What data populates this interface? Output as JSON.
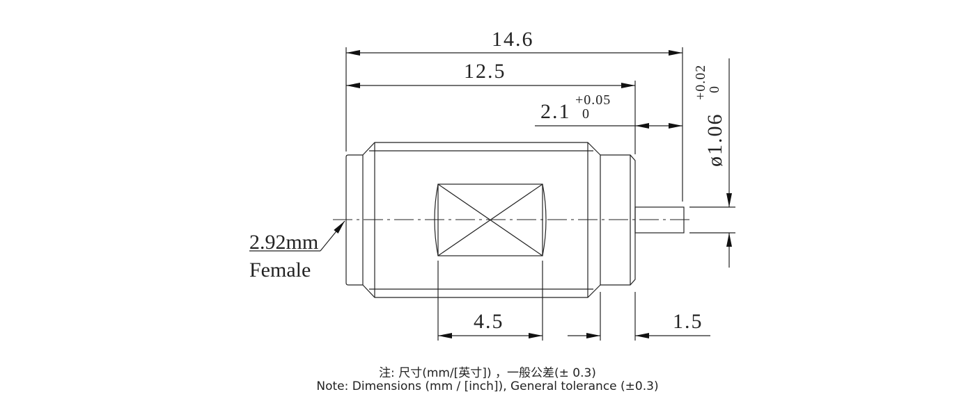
{
  "dimensions": {
    "overall_length": "14.6",
    "body_length": "12.5",
    "pin_length": "2.1",
    "pin_length_tol_upper": "+0.05",
    "pin_length_tol_lower": "0",
    "pin_diameter": "ø1.06",
    "pin_diameter_tol_upper": "+0.02",
    "pin_diameter_tol_lower": "0",
    "window_width": "4.5",
    "flange_length": "1.5"
  },
  "callout": {
    "line1": "2.92mm",
    "line2": "Female"
  },
  "notes": {
    "chinese": "注: 尺寸(mm/[英寸]) ，一般公差(± 0.3)",
    "english": "Note: Dimensions (mm / [inch]), General tolerance (±0.3)"
  }
}
